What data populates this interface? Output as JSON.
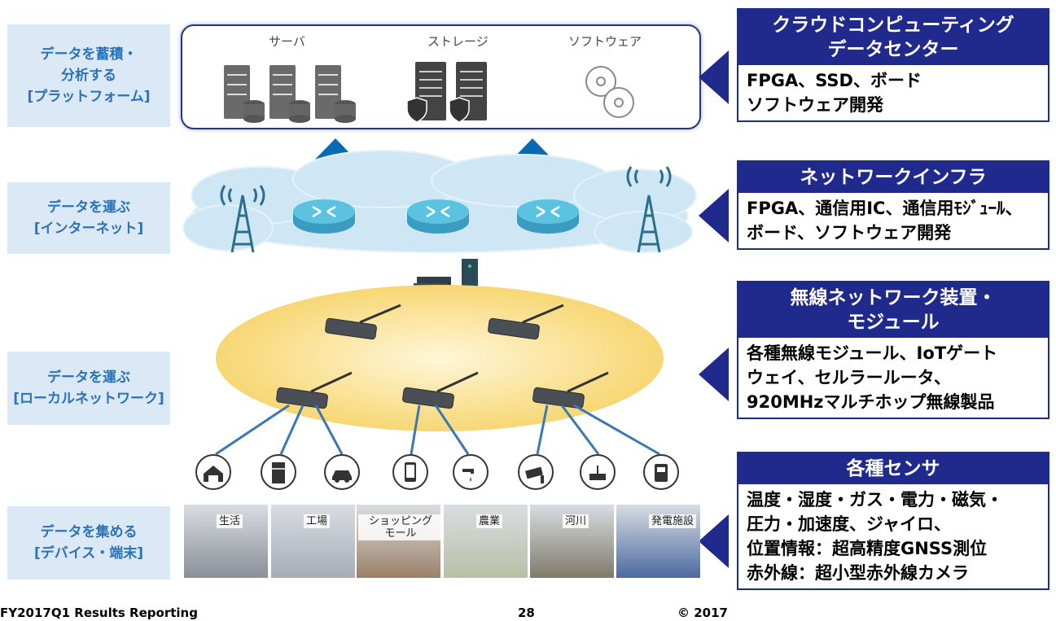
{
  "left_labels": [
    {
      "lines": [
        "データを蓄積・",
        "分析する",
        "[プラットフォーム]"
      ]
    },
    {
      "lines": [
        "データを運ぶ",
        "[インターネット]"
      ]
    },
    {
      "lines": [
        "データを運ぶ",
        "[ローカルネットワーク]"
      ]
    },
    {
      "lines": [
        "データを集める",
        "[デバイス・端末]"
      ]
    }
  ],
  "platform": {
    "categories": [
      "サーバ",
      "ストレージ",
      "ソフトウェア"
    ]
  },
  "right_boxes": [
    {
      "title": [
        "クラウドコンピューティング",
        "データセンター"
      ],
      "body": [
        "FPGA、SSD、ボード",
        "ソフトウェア開発"
      ]
    },
    {
      "title": [
        "ネットワークインフラ"
      ],
      "body": [
        "FPGA、通信用IC、通信用ﾓｼﾞｭｰﾙ、",
        "ボード、ソフトウェア開発"
      ]
    },
    {
      "title": [
        "無線ネットワーク装置・",
        "モジュール"
      ],
      "body": [
        "各種無線モジュール、IoTゲート",
        "ウェイ、セルラールータ、",
        "920MHzマルチホップ無線製品"
      ]
    },
    {
      "title": [
        "各種センサ"
      ],
      "body": [
        "温度・湿度・ガス・電力・磁気・",
        "圧力・加速度、ジャイロ、",
        "位置情報：超高精度GNSS測位",
        "赤外線：超小型赤外線カメラ"
      ]
    }
  ],
  "photos": [
    {
      "label": "生活",
      "color": "#8a8f98"
    },
    {
      "label": "工場",
      "color": "#a5adb8"
    },
    {
      "label": "ショッピング\nモール",
      "color": "#9c8066"
    },
    {
      "label": "農業",
      "color": "#b9c0a6"
    },
    {
      "label": "河川",
      "color": "#7f7a6a"
    },
    {
      "label": "発電施設",
      "color": "#4b6aa0"
    }
  ],
  "devices": [
    "house-icon",
    "fridge-icon",
    "car-icon",
    "smartphone-icon",
    "faucet-icon",
    "camera-icon",
    "router-icon",
    "meter-icon"
  ],
  "footer": {
    "left": "FY2017Q1 Results Reporting",
    "page": "28",
    "right": "© 2017"
  },
  "colors": {
    "accent_navy": "#20298c",
    "label_bg": "#dbe8f5",
    "label_text": "#2b72b8",
    "arrow_blue": "#0a6ab1",
    "router_cyan": "#5bc3df"
  }
}
